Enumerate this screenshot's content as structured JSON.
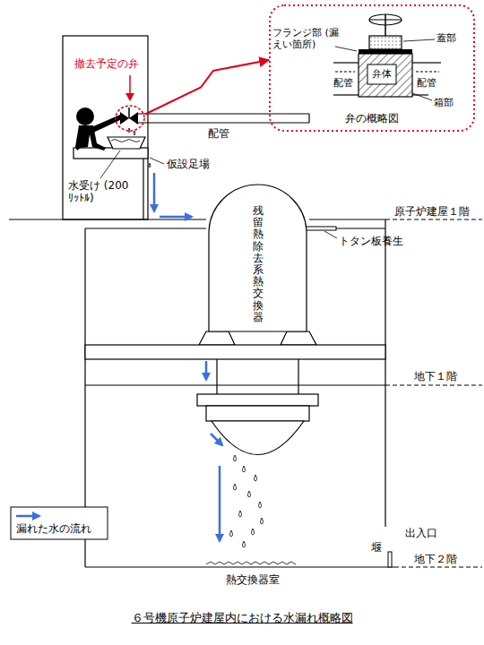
{
  "diagram": {
    "caption": "６号機原子炉建屋内における水漏れ概略図",
    "nodes": [
      {
        "text": [
          "撤去予定の弁"
        ]
      },
      {
        "text": [
          "弁の概略図"
        ]
      },
      {
        "text": [
          "残留熱除去系熱交換器"
        ]
      }
    ],
    "edges": [
      {
        "from": 0,
        "to": 1,
        "arrow": "to"
      }
    ],
    "labels": [
      "フランジ部 (漏えい箇所)",
      "蓋部",
      "配管",
      "弁体",
      "配管",
      "箱部",
      "配管",
      "仮設足場",
      "水受け (200ﾘｯﾄﾙ)",
      "原子炉建屋１階",
      "トタン板養生",
      "地下１階",
      "出入口",
      "堰",
      "地下２階",
      "熱交換器室"
    ],
    "legend": [
      {
        "text": "漏れた水の流れ"
      }
    ]
  }
}
